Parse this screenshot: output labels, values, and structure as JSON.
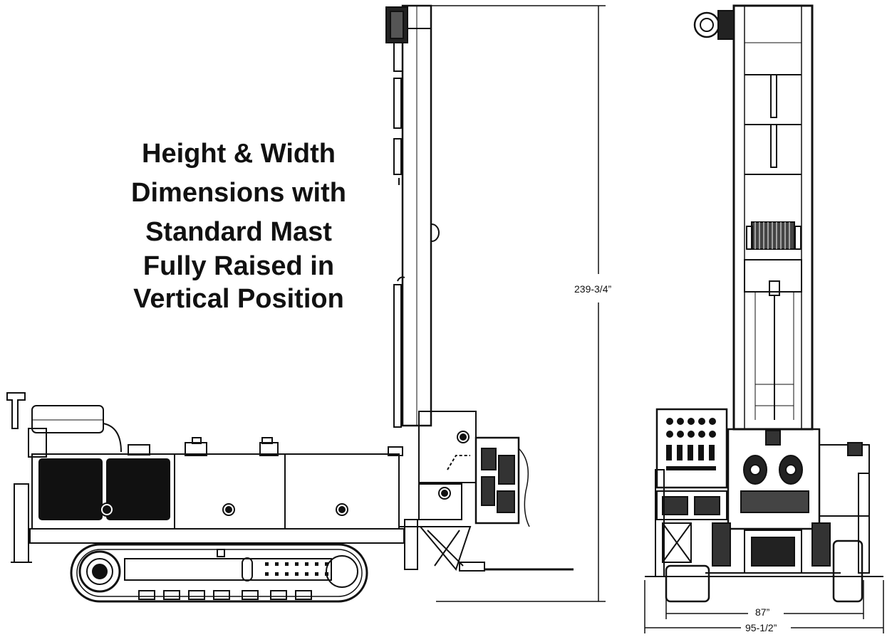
{
  "title": {
    "lines": [
      "Height & Width",
      "Dimensions with",
      "Standard Mast",
      "Fully Raised in",
      "Vertical Position"
    ]
  },
  "dimensions": {
    "height": "239-3/4”",
    "inner_width": "87”",
    "outer_width": "95-1/2”"
  }
}
